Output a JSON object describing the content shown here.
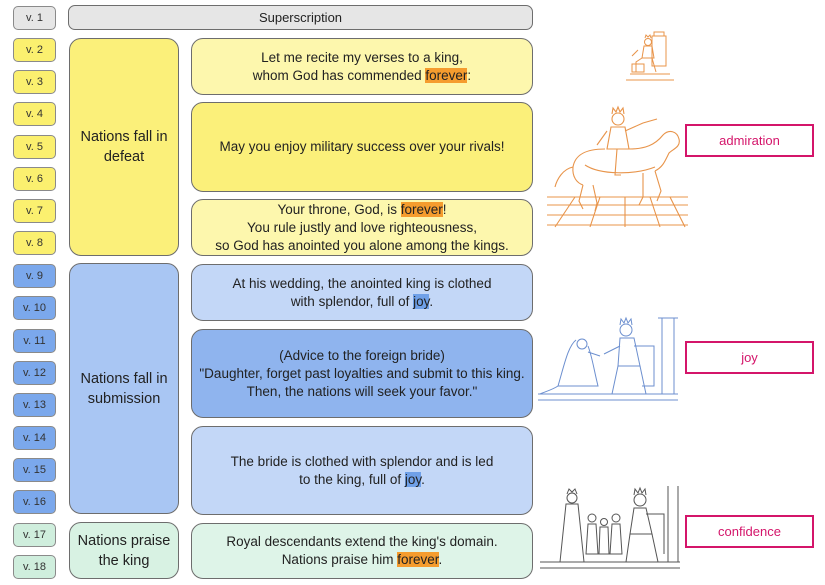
{
  "verses": [
    {
      "label": "v. 1"
    },
    {
      "label": "v. 2"
    },
    {
      "label": "v. 3"
    },
    {
      "label": "v. 4"
    },
    {
      "label": "v. 5"
    },
    {
      "label": "v. 6"
    },
    {
      "label": "v. 7"
    },
    {
      "label": "v. 8"
    },
    {
      "label": "v. 9"
    },
    {
      "label": "v. 10"
    },
    {
      "label": "v. 11"
    },
    {
      "label": "v. 12"
    },
    {
      "label": "v. 13"
    },
    {
      "label": "v. 14"
    },
    {
      "label": "v. 15"
    },
    {
      "label": "v. 16"
    },
    {
      "label": "v. 17"
    },
    {
      "label": "v. 18"
    }
  ],
  "superscription": "Superscription",
  "sections": {
    "defeat": "Nations fall in defeat",
    "submission": "Nations fall in submission",
    "praise": "Nations praise the king"
  },
  "passages": {
    "p1": {
      "line1": "Let me recite my verses to a king,",
      "line2_pre": "whom God has commended ",
      "line2_hl": "forever",
      "line2_post": ":"
    },
    "p2": {
      "line1": "May you enjoy military success over your rivals!"
    },
    "p3": {
      "line1_pre": "Your throne, God, is ",
      "line1_hl": "forever",
      "line1_post": "!",
      "line2": "You rule justly and love righteousness,",
      "line3": "so God has anointed you alone among the kings."
    },
    "p4": {
      "line1": "At his wedding, the anointed king is clothed",
      "line2_pre": "with splendor, full of ",
      "line2_hl": "joy",
      "line2_post": "."
    },
    "p5": {
      "line1": "(Advice to the foreign bride)",
      "line2": "\"Daughter, forget past loyalties and submit to this king.",
      "line3": "Then, the nations will seek your favor.\""
    },
    "p6": {
      "line1": "The bride is clothed with splendor and is led",
      "line2_pre": "to the king, full of ",
      "line2_hl": "joy",
      "line2_post": "."
    },
    "p7": {
      "line1": "Royal descendants extend the king's domain.",
      "line2_pre": "Nations praise him ",
      "line2_hl": "forever",
      "line2_post": "."
    }
  },
  "themes": {
    "admiration": "admiration",
    "joy": "joy",
    "confidence": "confidence"
  },
  "colors": {
    "highlight_forever": "#f59c2e",
    "highlight_joy": "#6fa0e8",
    "theme_border": "#d4156a",
    "yellow": "#fbf07a",
    "blue": "#a9c6f3",
    "green": "#d8f2e3"
  },
  "illustrations": {
    "top": "enthroned-king-icon",
    "rider": "king-on-horse-icon",
    "bride": "bride-kneeling-before-king-icon",
    "family": "royal-family-icon"
  }
}
